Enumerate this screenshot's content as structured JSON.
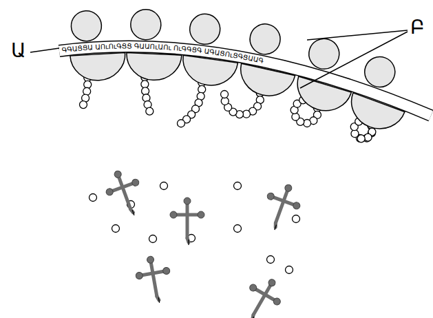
{
  "diagram": {
    "labels": [
      "Ա",
      "Բ",
      "ԳԳԱՑՑԱ ԱՈւՈւԳՑՑ ԳԱԱՈւԱՈւ ՈւԳԳՑԳ ԱԳԱՑՈւՑԳՑԱԱԳ"
    ]
  }
}
